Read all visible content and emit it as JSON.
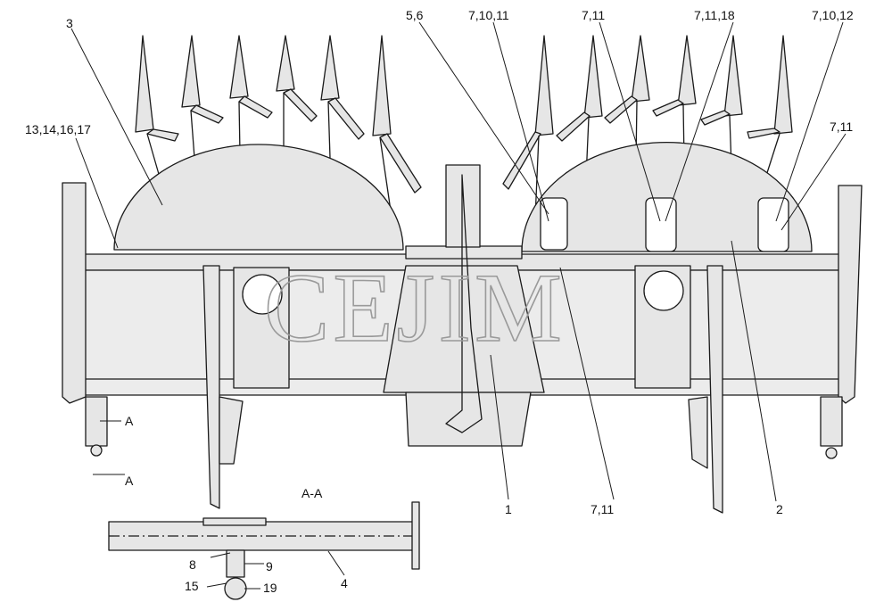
{
  "watermark": "CEJIM",
  "section_title": "A-A",
  "callouts": {
    "c3": "3",
    "c13": "13,14,16,17",
    "c56": "5,6",
    "c71011_top": "7,10,11",
    "c711_top": "7,11",
    "c71118": "7,11,18",
    "c71012": "7,10,12",
    "c711_right": "7,11",
    "c1": "1",
    "c711_bottom": "7,11",
    "c2": "2",
    "section_marker_top": "A",
    "section_marker_bottom": "A",
    "c8": "8",
    "c9": "9",
    "c15": "15",
    "c19": "19",
    "c4": "4"
  },
  "colors": {
    "fill": "#e6e6e6",
    "line": "#1a1a1a",
    "background": "#ffffff"
  }
}
